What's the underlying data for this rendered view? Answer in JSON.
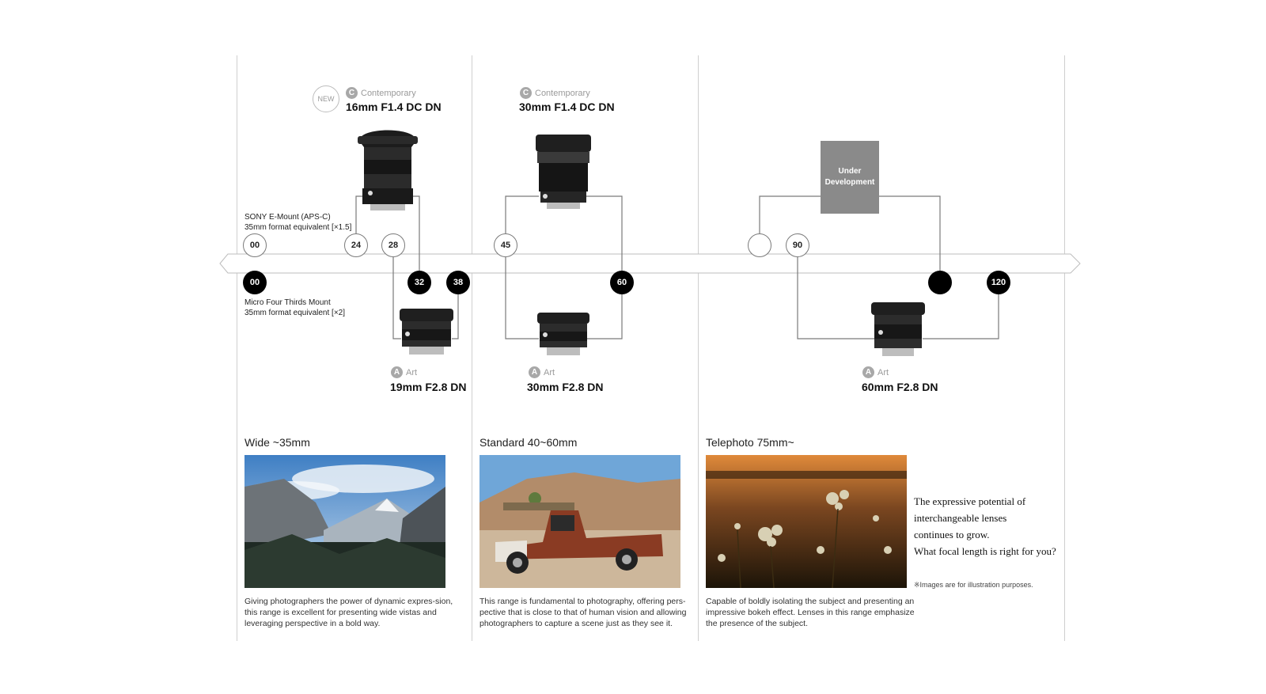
{
  "mounts": {
    "sony_line1": "SONY E-Mount (APS-C)",
    "sony_line2": "35mm format equivalent [×1.5]",
    "m43_line1": "Micro Four Thirds Mount",
    "m43_line2": "35mm format equivalent [×2]"
  },
  "top_circles": [
    "00",
    "24",
    "28",
    "45",
    "",
    "90"
  ],
  "bottom_circles": [
    "00",
    "32",
    "38",
    "60",
    "",
    "120"
  ],
  "new_badge": "NEW",
  "lenses": {
    "c16": {
      "line_letter": "C",
      "line": "Contemporary",
      "name": "16mm F1.4 DC DN"
    },
    "c30": {
      "line_letter": "C",
      "line": "Contemporary",
      "name": "30mm F1.4 DC DN"
    },
    "a19": {
      "line_letter": "A",
      "line": "Art",
      "name": "19mm F2.8 DN"
    },
    "a30": {
      "line_letter": "A",
      "line": "Art",
      "name": "30mm F2.8 DN"
    },
    "a60": {
      "line_letter": "A",
      "line": "Art",
      "name": "60mm F2.8 DN"
    }
  },
  "under_development": "Under Development",
  "sections": {
    "wide": {
      "title": "Wide ~35mm",
      "desc": "Giving photographers the power of dynamic expres-sion, this range is excellent for presenting wide vistas and leveraging perspective in a bold way."
    },
    "standard": {
      "title": "Standard 40~60mm",
      "desc": "This range is fundamental to photography, offering pers-pective that is close to that of human vision and allowing photographers to capture a scene just as they see it."
    },
    "tele": {
      "title": "Telephoto 75mm~",
      "desc": "Capable of boldly isolating the subject and presenting an impressive bokeh effect. Lenses in this range emphasize the presence of the subject."
    }
  },
  "tagline": {
    "l1": "The expressive potential of",
    "l2": "interchangeable lenses",
    "l3": "continues to grow.",
    "l4": "What focal length is right for you?"
  },
  "note": "※Images are for illustration purposes."
}
